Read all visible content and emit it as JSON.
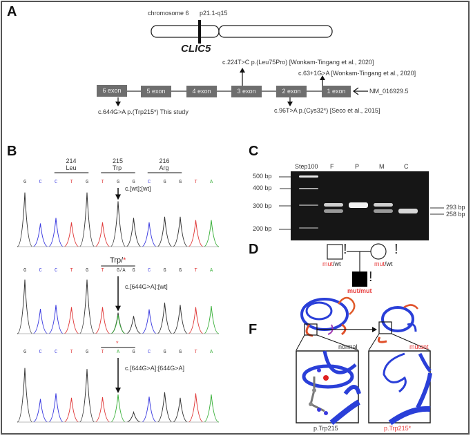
{
  "panels": {
    "A": {
      "label": "A",
      "chromosome_label": "chromosome 6",
      "locus": "p21.1-q15",
      "gene": "CLIC5",
      "transcript": "NM_016929.5",
      "exons": [
        "6 exon",
        "5 exon",
        "4 exon",
        "3 exon",
        "2 exon",
        "1 exon"
      ],
      "variants": [
        {
          "text": "c.224T>C p.(Leu75Pro) [Wonkam-Tingang et al., 2020]",
          "exon": "3 exon",
          "side": "above"
        },
        {
          "text": "c.63+1G>A [Wonkam-Tingang et al., 2020]",
          "exon": "1 exon",
          "side": "above"
        },
        {
          "text": "c.644G>A p.(Trp215*) This study",
          "exon": "6 exon",
          "side": "below"
        },
        {
          "text": "c.96T>A p.(Cys32*) [Seco et al., 2015]",
          "exon": "2 exon",
          "side": "below"
        }
      ]
    },
    "B": {
      "label": "B",
      "codons": [
        {
          "number": "214",
          "aa": "Leu"
        },
        {
          "number": "215",
          "aa": "Trp"
        },
        {
          "number": "216",
          "aa": "Arg"
        }
      ],
      "trace_colors": {
        "G": "#333333",
        "C": "#3a3ae0",
        "T": "#e03a3a",
        "A": "#3ab03a"
      },
      "traces": [
        {
          "bases": [
            "G",
            "C",
            "C",
            "T",
            "G",
            "T",
            "G",
            "G",
            "C",
            "G",
            "G",
            "T",
            "A"
          ],
          "genotype": "c.[wt];[wt]",
          "codon_label": "",
          "heights": [
            0.98,
            0.42,
            0.52,
            0.44,
            0.98,
            0.44,
            0.82,
            0.52,
            0.44,
            0.54,
            0.54,
            0.48,
            0.48
          ]
        },
        {
          "bases": [
            "G",
            "C",
            "C",
            "T",
            "G",
            "T",
            "G/A",
            "G",
            "C",
            "G",
            "G",
            "T",
            "A"
          ],
          "genotype": "c.[644G>A];[wt]",
          "codon_label": "Trp/",
          "codon_star": "*",
          "heights": [
            0.98,
            0.45,
            0.52,
            0.48,
            0.98,
            0.48,
            0.38,
            0.32,
            0.44,
            0.56,
            0.52,
            0.48,
            0.5
          ]
        },
        {
          "bases": [
            "G",
            "C",
            "C",
            "T",
            "G",
            "T",
            "A",
            "G",
            "C",
            "G",
            "G",
            "T",
            "A"
          ],
          "genotype": "c.[644G>A];[644G>A]",
          "codon_label": "",
          "codon_star": "*",
          "heights": [
            0.98,
            0.42,
            0.52,
            0.44,
            0.96,
            0.45,
            0.5,
            0.18,
            0.46,
            0.54,
            0.44,
            0.52,
            0.5
          ]
        }
      ]
    },
    "C": {
      "label": "C",
      "lanes": [
        "Step100",
        "F",
        "P",
        "M",
        "C"
      ],
      "ladder": [
        "500 bp",
        "400 bp",
        "300 bp",
        "200 bp"
      ],
      "band_sizes": [
        "293 bp",
        "258 bp"
      ]
    },
    "D": {
      "label": "D",
      "father": "mut/wt",
      "mother": "mut/wt",
      "proband": "mut/mut",
      "mut_part": "mut",
      "wt_part": "/wt",
      "exclaim": "!"
    },
    "F": {
      "label": "F",
      "normal_label": "normal",
      "mutant_label": "mutant",
      "normal_caption": "p.Trp215",
      "mutant_caption": "p.Trp215*"
    }
  },
  "colors": {
    "accent_red": "#e83a3a",
    "exon_gray": "#6e6e6e",
    "ribbon_blue": "#2a3fd8"
  }
}
